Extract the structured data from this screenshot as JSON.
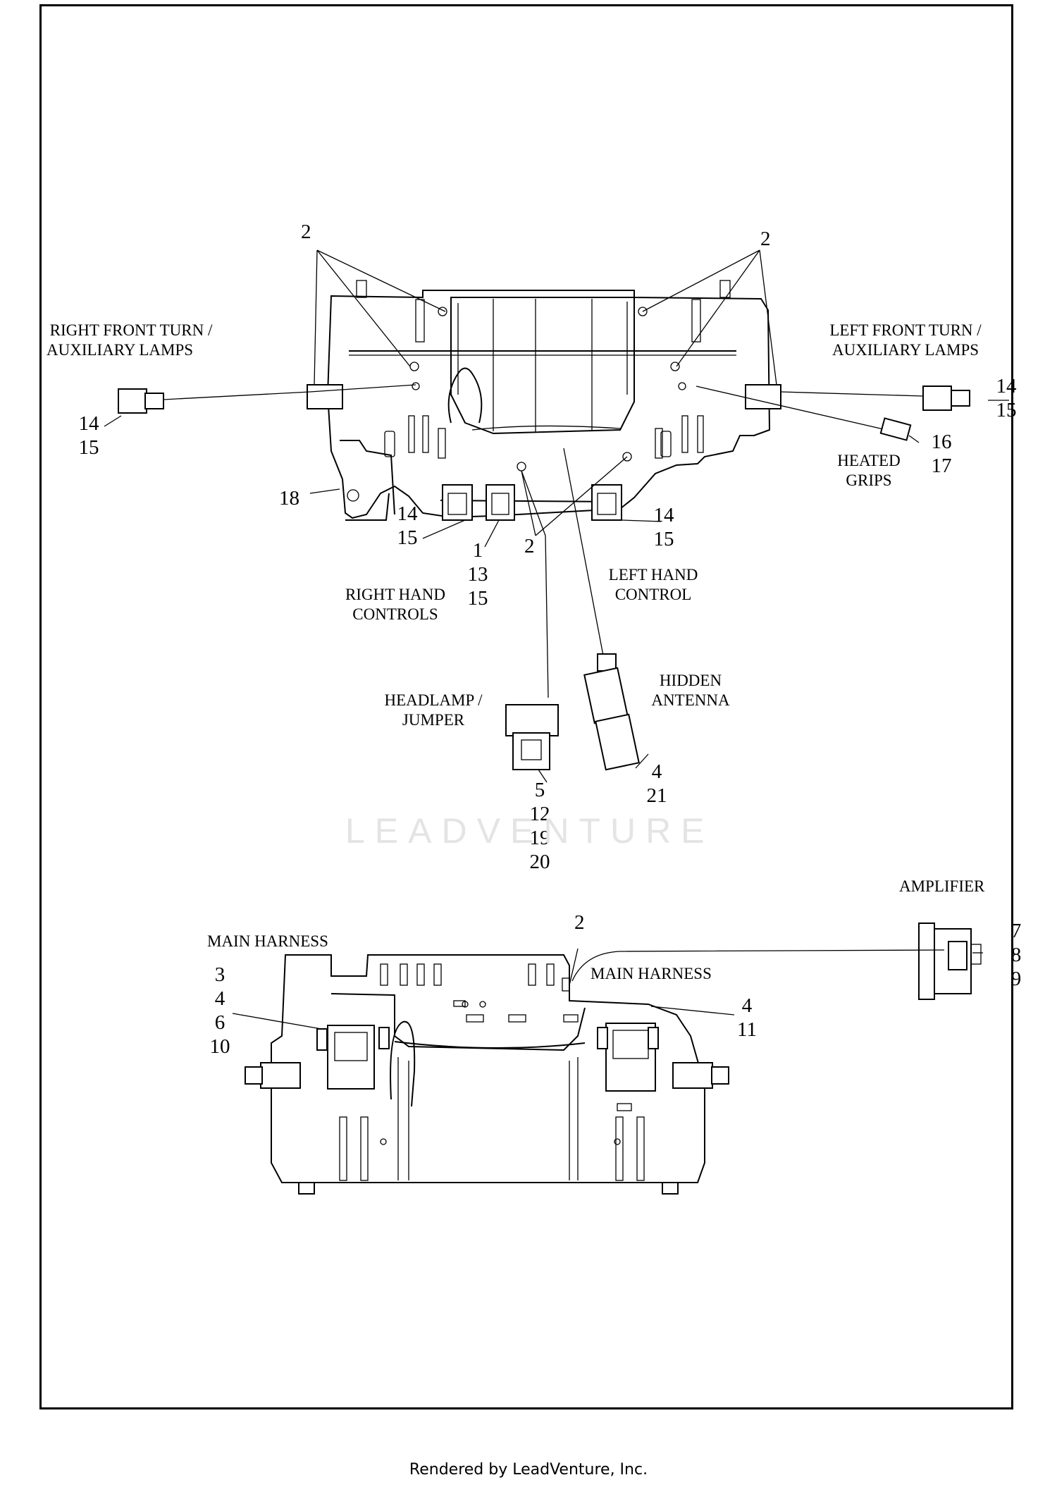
{
  "labels": {
    "right_front_turn": [
      "RIGHT FRONT TURN /",
      "AUXILIARY LAMPS"
    ],
    "left_front_turn": [
      "LEFT FRONT TURN /",
      "AUXILIARY LAMPS"
    ],
    "heated_grips": [
      "HEATED",
      "GRIPS"
    ],
    "right_hand_controls": [
      "RIGHT HAND",
      "CONTROLS"
    ],
    "left_hand_control": [
      "LEFT HAND",
      "CONTROL"
    ],
    "headlamp_jumper": [
      "HEADLAMP /",
      "JUMPER"
    ],
    "hidden_antenna": [
      "HIDDEN",
      "ANTENNA"
    ],
    "amplifier": "AMPLIFIER",
    "main_harness_left": "MAIN HARNESS",
    "main_harness_right": "MAIN HARNESS"
  },
  "callouts": {
    "top_left_2": "2",
    "top_right_2": "2",
    "right_lamp": [
      "14",
      "15"
    ],
    "left_lamp": [
      "14",
      "15"
    ],
    "heated_grips": [
      "16",
      "17"
    ],
    "bracket": "18",
    "rh_ctrl_a": [
      "14",
      "15"
    ],
    "rh_ctrl_b": [
      "1",
      "13",
      "15"
    ],
    "center_2": "2",
    "lh_ctrl": [
      "14",
      "15"
    ],
    "headlamp": [
      "5",
      "12",
      "19",
      "20"
    ],
    "antenna": [
      "4",
      "21"
    ],
    "main_left": [
      "3",
      "4",
      "6",
      "10"
    ],
    "main_top_2": "2",
    "main_right": [
      "4",
      "11"
    ],
    "amplifier": [
      "7",
      "8",
      "9"
    ]
  },
  "watermark": "LEADVENTURE",
  "footer": "Rendered by LeadVenture, Inc."
}
